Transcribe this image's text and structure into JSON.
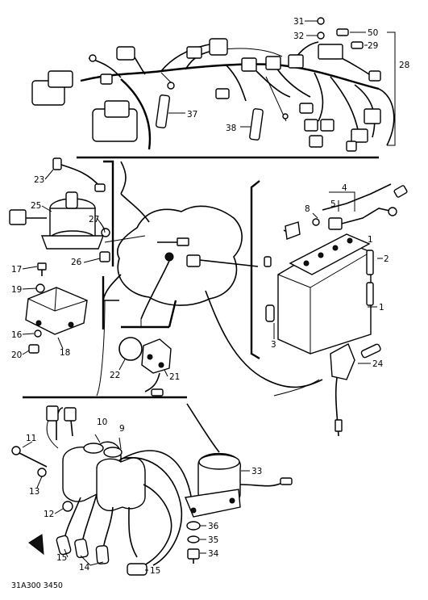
{
  "diagram": {
    "code": "31A300 3450",
    "callouts": {
      "c1": "1",
      "c2": "2",
      "c3": "3",
      "c4": "4",
      "c5": "5",
      "c8": "8",
      "c9": "9",
      "c10": "10",
      "c11": "11",
      "c12": "12",
      "c13": "13",
      "c14": "14",
      "c15a": "15",
      "c15b": "15",
      "c16": "16",
      "c17": "17",
      "c18": "18",
      "c19": "19",
      "c20": "20",
      "c21": "21",
      "c22": "22",
      "c23": "23",
      "c24": "24",
      "c25": "25",
      "c26": "26",
      "c27": "27",
      "c28": "28",
      "c29": "29",
      "c31": "31",
      "c32": "32",
      "c33": "33",
      "c34": "34",
      "c35": "35",
      "c36": "36",
      "c37": "37",
      "c38": "38",
      "c50": "50"
    }
  }
}
